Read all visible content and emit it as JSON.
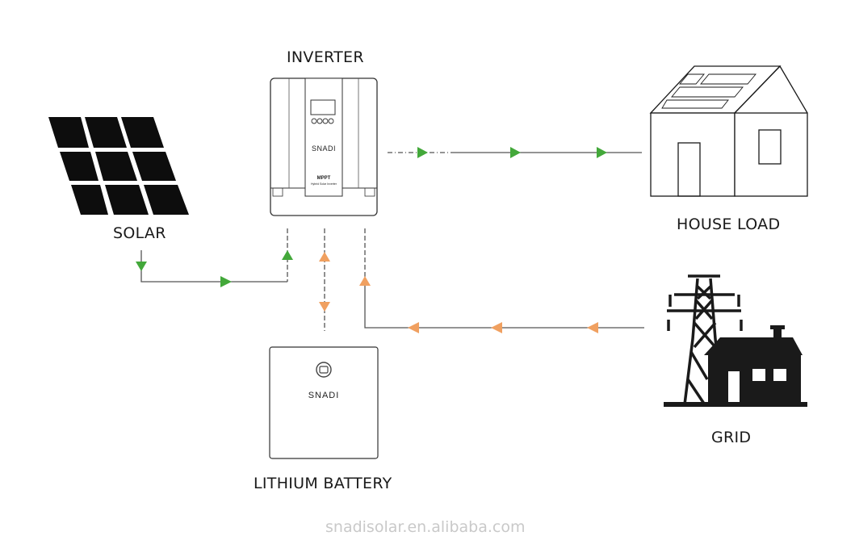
{
  "labels": {
    "inverter": "INVERTER",
    "solar": "SOLAR",
    "house_load": "HOUSE LOAD",
    "grid": "GRID",
    "lithium_battery": "LITHIUM BATTERY"
  },
  "inverter_device": {
    "brand": "SNADI",
    "model": "MPPT",
    "subtitle": "Hybrid Solar Inverter"
  },
  "battery_device": {
    "brand": "SNADI"
  },
  "watermark": "snadisolar.en.alibaba.com",
  "colors": {
    "solar_flow": "#43a83a",
    "grid_flow": "#f0a060",
    "line": "#555555",
    "dark": "#1a1a1a"
  }
}
